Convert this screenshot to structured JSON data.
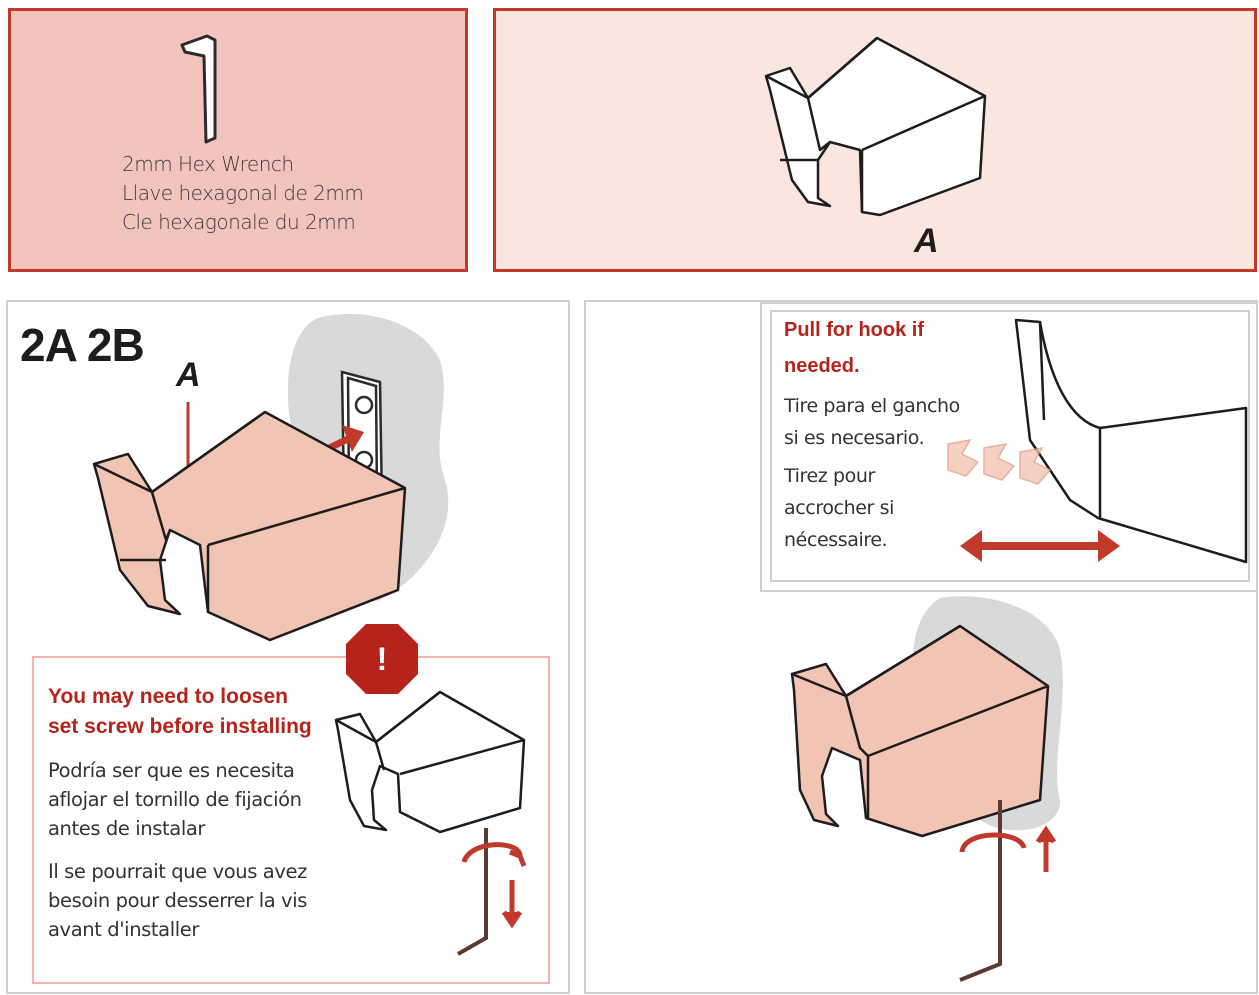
{
  "tools": {
    "tool_lines": [
      "2mm Hex Wrench",
      "Llave hexagonal de 2mm",
      "Cle hexagonale du 2mm"
    ],
    "icon": "hex-wrench-icon"
  },
  "parts": {
    "label": "A",
    "icon": "robe-hook-icon"
  },
  "step": {
    "number": "2A 2B",
    "part_label": "A"
  },
  "warning": {
    "icon_symbol": "!",
    "heading_lines": [
      "You may need to loosen",
      "set screw before installing"
    ],
    "spanish_lines": [
      "Podría ser que es necesita",
      "aflojar el tornillo de fijación",
      "antes de instalar"
    ],
    "french_lines": [
      "Il se pourrait que vous avez",
      "besoin pour desserrer la vis",
      "avant d'installer"
    ]
  },
  "pull": {
    "heading_lines": [
      "Pull for hook if",
      "needed."
    ],
    "spanish_lines": [
      "Tire para el gancho",
      "si es necesario."
    ],
    "french_lines": [
      "Tirez pour",
      "accrocher si",
      "nécessaire."
    ]
  },
  "colors": {
    "accent_red": "#c0392b",
    "text_red": "#b5231b",
    "hook_fill": "#f2c4b4",
    "wall_gray": "#d9d9d9"
  }
}
